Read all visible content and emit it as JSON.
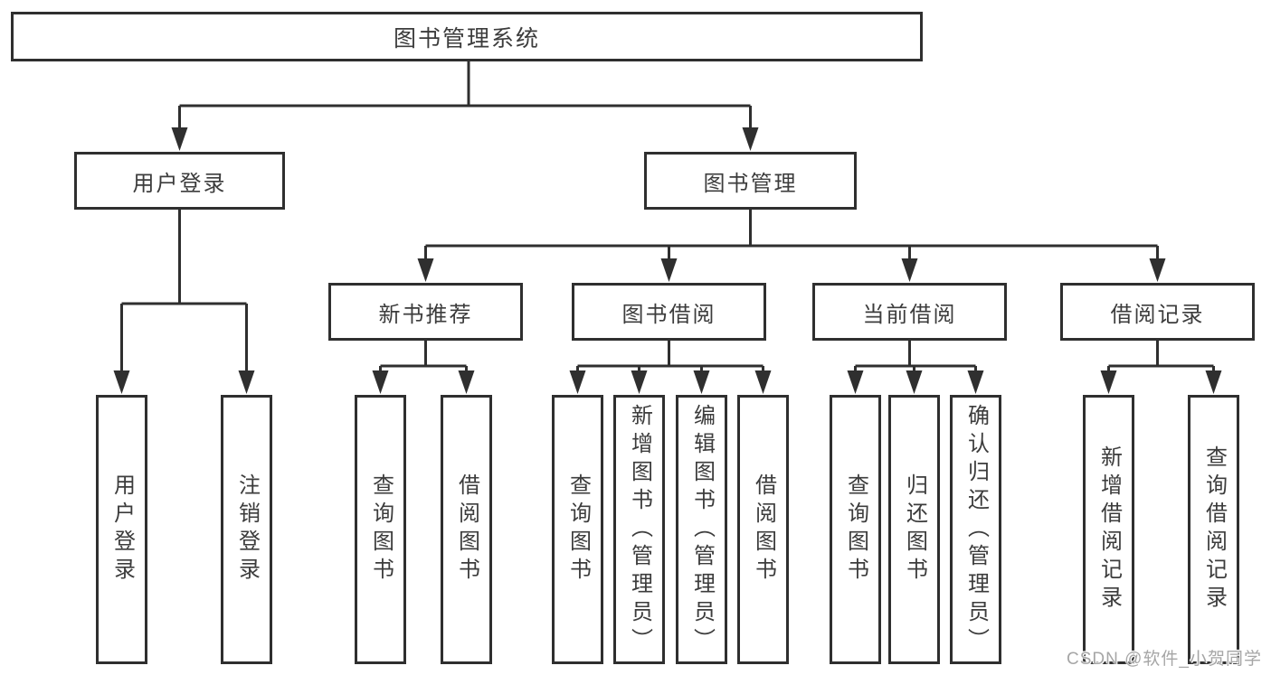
{
  "diagram": {
    "root": {
      "label": "图书管理系统"
    },
    "level2": {
      "user_login": {
        "label": "用户登录"
      },
      "book_mgmt": {
        "label": "图书管理"
      }
    },
    "level3": {
      "new_books": {
        "label": "新书推荐"
      },
      "book_borrow": {
        "label": "图书借阅"
      },
      "current_borrow": {
        "label": "当前借阅"
      },
      "borrow_records": {
        "label": "借阅记录"
      }
    },
    "leaves": {
      "login": {
        "label": "用户登录"
      },
      "logout": {
        "label": "注销登录"
      },
      "nb_query_books": {
        "label": "查询图书"
      },
      "nb_borrow_books": {
        "label": "借阅图书"
      },
      "bb_query_books": {
        "label": "查询图书"
      },
      "bb_add_books": {
        "label": "新增图书（管理员）"
      },
      "bb_edit_books": {
        "label": "编辑图书（管理员）"
      },
      "bb_borrow_books": {
        "label": "借阅图书"
      },
      "cb_query_books": {
        "label": "查询图书"
      },
      "cb_return_books": {
        "label": "归还图书"
      },
      "cb_confirm_return": {
        "label": "确认归还（管理员）"
      },
      "br_add_record": {
        "label": "新增借阅记录"
      },
      "br_query_record": {
        "label": "查询借阅记录"
      }
    },
    "watermark": "CSDN @软件_小贺同学",
    "colors": {
      "line": "#2f2f2f",
      "text": "#3c3c3c",
      "watermark": "#a6a6a6",
      "background": "#ffffff"
    }
  }
}
